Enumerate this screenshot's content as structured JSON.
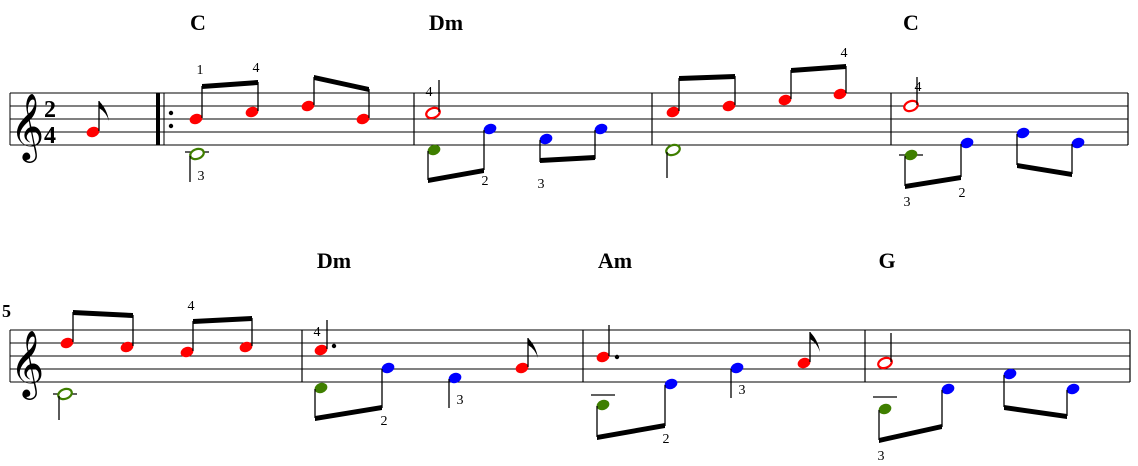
{
  "score": {
    "time_signature": {
      "top": "2",
      "bottom": "4"
    },
    "systems": [
      {
        "measure_number": "",
        "chords": [
          "C",
          "Dm",
          "C"
        ]
      },
      {
        "measure_number": "5",
        "chords": [
          "Dm",
          "Am",
          "G"
        ]
      }
    ],
    "fingerings": {
      "s1": [
        "1",
        "4",
        "3",
        "4",
        "2",
        "3",
        "4",
        "4",
        "3",
        "2"
      ],
      "s2": [
        "4",
        "4",
        "2",
        "3",
        "2",
        "3",
        "3"
      ]
    },
    "colors": {
      "melody": "#ff0000",
      "bass": "#3f7f00",
      "middle": "#0000ff",
      "ink": "#000000"
    },
    "icons": [
      "treble-clef-icon",
      "repeat-start-icon"
    ]
  }
}
